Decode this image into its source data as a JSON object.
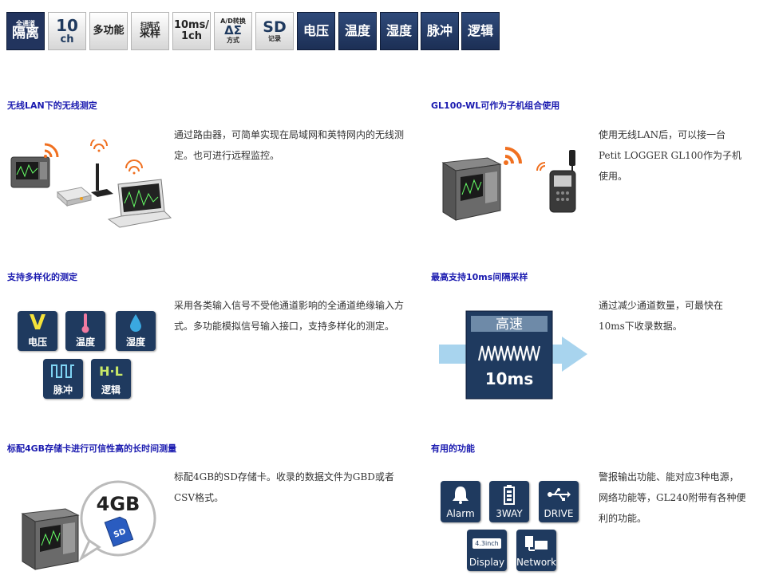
{
  "badges": {
    "isolation_top": "全通道",
    "isolation_main": "隔离",
    "channels_num": "10",
    "channels_unit": "ch",
    "multifunction": "多功能",
    "scan_top": "扫描式",
    "scan_main": "采样",
    "speed_top": "10ms/",
    "speed_bottom": "1ch",
    "ad_top": "A/D转换",
    "ad_main": "ΔΣ",
    "ad_bottom": "方式",
    "sd_main": "SD",
    "sd_bottom": "记录",
    "voltage": "电压",
    "temperature": "温度",
    "humidity": "湿度",
    "pulse": "脉冲",
    "logic": "逻辑"
  },
  "sections": {
    "wireless": {
      "title": "无线LAN下的无线测定",
      "desc": "通过路由器，可简单实现在局域网和英特网内的无线测定。也可进行远程监控。"
    },
    "slave": {
      "title": "GL100-WL可作为子机组合使用",
      "desc": "使用无线LAN后，可以接一台Petit LOGGER GL100作为子机使用。"
    },
    "multi": {
      "title": "支持多样化的测定",
      "desc": "采用各类输入信号不受他通道影响的全通道绝缘输入方式。多功能模拟信号输入接口，支持多样化的测定。",
      "tiles": {
        "voltage_glyph": "V",
        "voltage": "电压",
        "temperature": "温度",
        "humidity": "湿度",
        "pulse": "脉冲",
        "logic_glyph": "H·L",
        "logic": "逻辑"
      }
    },
    "sampling": {
      "title": "最高支持10ms间隔采样",
      "desc": "通过减少通道数量，可最快在10ms下收录数据。",
      "panel_top": "高速",
      "panel_bottom": "10ms"
    },
    "sdcard": {
      "title": "标配4GB存储卡进行可信性高的长时间测量",
      "desc": "标配4GB的SD存储卡。收录的数据文件为GBD或者CSV格式。",
      "capacity": "4GB",
      "card_label": "SD"
    },
    "functions": {
      "title": "有用的功能",
      "desc": "警报输出功能、能对应3种电源，网络功能等，GL240附带有各种便利的功能。",
      "alarm": "Alarm",
      "threeway": "3WAY",
      "drive": "DRIVE",
      "display_screen": "4.3inch",
      "display": "Display",
      "network": "Network"
    }
  },
  "colors": {
    "title_blue": "#1b1bb0",
    "navy": "#1f3a5f",
    "wifi_orange": "#f07020"
  }
}
